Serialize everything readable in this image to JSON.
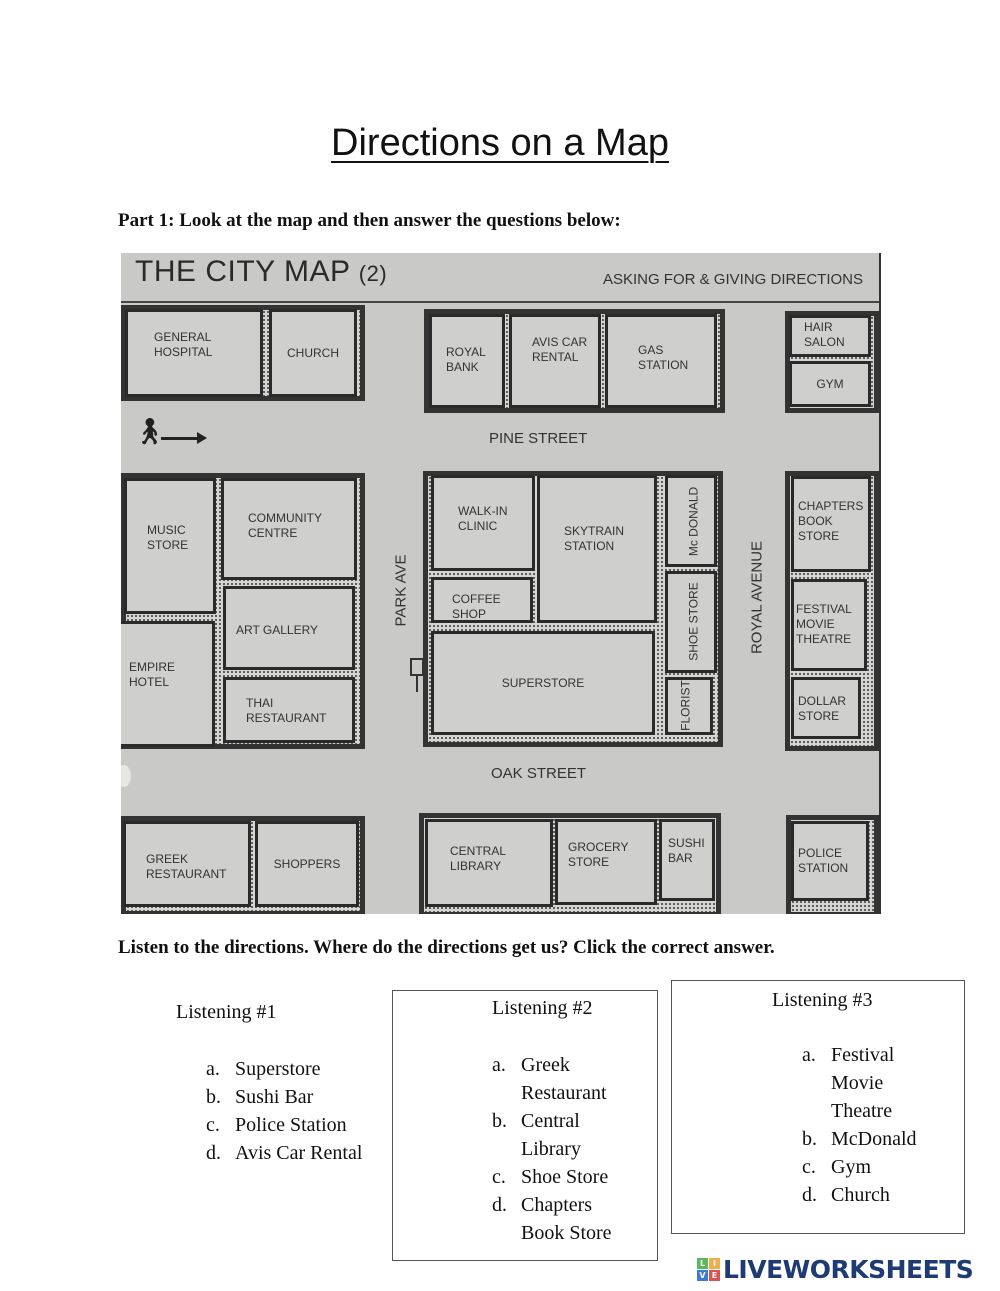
{
  "page": {
    "title": "Directions on a Map",
    "part1_instruction": "Part 1: Look at the map and then answer the questions below:",
    "listen_instruction": "Listen to the directions. Where do the directions get us? Click the correct answer."
  },
  "map": {
    "title": "THE CITY MAP",
    "title_number": "(2)",
    "subtitle": "ASKING FOR & GIVING DIRECTIONS",
    "streets": {
      "pine": "PINE STREET",
      "oak": "OAK STREET",
      "park": "PARK AVE",
      "royal": "ROYAL AVENUE"
    },
    "buildings": {
      "general_hospital": "GENERAL HOSPITAL",
      "church": "CHURCH",
      "royal_bank": "ROYAL BANK",
      "avis": "AVIS CAR RENTAL",
      "gas_station": "GAS STATION",
      "hair_salon": "HAIR SALON",
      "gym": "GYM",
      "music_store": "MUSIC STORE",
      "community_centre": "COMMUNITY CENTRE",
      "art_gallery": "ART GALLERY",
      "empire_hotel": "EMPIRE HOTEL",
      "thai_restaurant": "THAI RESTAURANT",
      "walk_in_clinic": "WALK-IN CLINIC",
      "skytrain_station": "SKYTRAIN STATION",
      "mcdonald": "Mc DONALD",
      "coffee_shop": "COFFEE SHOP",
      "shoe_store": "SHOE STORE",
      "superstore": "SUPERSTORE",
      "florist": "FLORIST",
      "chapters": "CHAPTERS BOOK STORE",
      "festival": "FESTIVAL MOVIE THEATRE",
      "dollar_store": "DOLLAR STORE",
      "greek_restaurant": "GREEK RESTAURANT",
      "shoppers": "SHOPPERS",
      "central_library": "CENTRAL LIBRARY",
      "grocery_store": "GROCERY STORE",
      "sushi_bar": "SUSHI BAR",
      "police_station": "POLICE STATION"
    },
    "icons": {
      "walker": "walking-person-icon",
      "arrow": "right-arrow-icon",
      "sign": "bus-stop-sign-icon"
    }
  },
  "listenings": [
    {
      "title": "Listening #1",
      "options": [
        {
          "letter": "a.",
          "text": "Superstore"
        },
        {
          "letter": "b.",
          "text": "Sushi Bar"
        },
        {
          "letter": "c.",
          "text": "Police Station"
        },
        {
          "letter": "d.",
          "text": "Avis Car Rental"
        }
      ]
    },
    {
      "title": "Listening #2",
      "options": [
        {
          "letter": "a.",
          "text": "Greek Restaurant"
        },
        {
          "letter": "b.",
          "text": "Central Library"
        },
        {
          "letter": "c.",
          "text": "Shoe Store"
        },
        {
          "letter": "d.",
          "text": "Chapters Book Store"
        }
      ]
    },
    {
      "title": "Listening #3",
      "options": [
        {
          "letter": "a.",
          "text": "Festival Movie Theatre"
        },
        {
          "letter": "b.",
          "text": "McDonald"
        },
        {
          "letter": "c.",
          "text": "Gym"
        },
        {
          "letter": "d.",
          "text": "Church"
        }
      ]
    }
  ],
  "logo": {
    "squares": [
      "L",
      "I",
      "V",
      "E"
    ],
    "square_colors": [
      "#5cb85c",
      "#f0ad4e",
      "#3a7bd5",
      "#d9534f"
    ],
    "word": "LIVEWORKSHEETS",
    "color": "#1f3b73"
  }
}
